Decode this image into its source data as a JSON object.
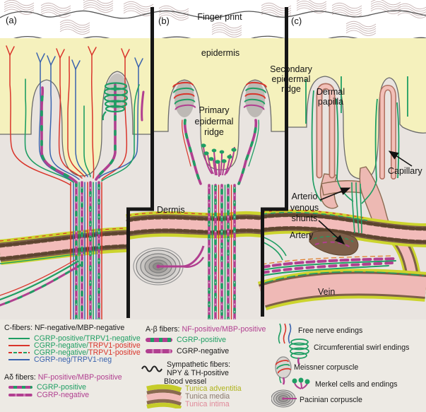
{
  "panels": {
    "a": {
      "label": "(a)"
    },
    "b": {
      "label": "(b)",
      "finger_print": "Finger print",
      "epidermis": "epidermis",
      "primary_ridge": [
        "Primary",
        "epidermal",
        "ridge"
      ],
      "dermis": "Dermis"
    },
    "c": {
      "label": "(c)",
      "secondary_ridge": [
        "Secondary",
        "epidermal",
        "ridge"
      ],
      "dermal_papilla": [
        "Dermal",
        "papilla"
      ],
      "capillary": "Capillary",
      "av_shunts": [
        "Arterio",
        "venous",
        "shunts"
      ],
      "artery": "Artery",
      "vein": "Vein"
    }
  },
  "legend": {
    "c_fibers": {
      "header_prefix": "C-fibers:",
      "header_rest": "NF-negative/MBP-negative",
      "rows": [
        {
          "text": "CGRP-positive/TRPV1-negative"
        },
        {
          "text_a": "CGRP-negative/",
          "text_b": "TRPV1-positive"
        },
        {
          "text_a": "CGRP-negative/",
          "text_b": "TRPV1-positive"
        },
        {
          "text": "CGRP-neg/TRPV1-neg"
        }
      ]
    },
    "a_delta_fibers": {
      "header_prefix": "Aδ fibers:",
      "header_rest": "NF-positive/MBP-positive",
      "rows": [
        {
          "text": "CGRP-positive"
        },
        {
          "text": "CGRP-negative"
        }
      ]
    },
    "a_beta_fibers": {
      "header_prefix": "A-β fibers:",
      "header_rest": "NF-positive/MBP-positive",
      "rows": [
        {
          "text": "CGRP-positive"
        },
        {
          "text": "CGRP-negative"
        }
      ]
    },
    "sympathetic": {
      "line1": "Sympathetic fibers:",
      "line2": "NPY & TH-positive"
    },
    "blood_vessel": {
      "header": "Blood vessel",
      "layers": [
        "Tunica adventitia",
        "Tunica media",
        "Tunica intima"
      ]
    },
    "endings": [
      "Free nerve endings",
      "Circumferential swirl endings",
      "Meissner corpuscle",
      "Merkel cells and endings",
      "Pacinian corpuscle"
    ]
  },
  "colors": {
    "fiber_green": "#1f9e63",
    "fiber_red": "#d9352b",
    "fiber_blue": "#3a63ae",
    "fiber_magenta": "#b13f90",
    "sympathetic_black": "#222222",
    "epidermis_yellow": "#f5f1bd",
    "dermis_gray": "#e9e4e0",
    "tunica_adventitia": "#c6cc2a",
    "tunica_media": "#8a6a50",
    "tunica_intima": "#f2bcba"
  }
}
